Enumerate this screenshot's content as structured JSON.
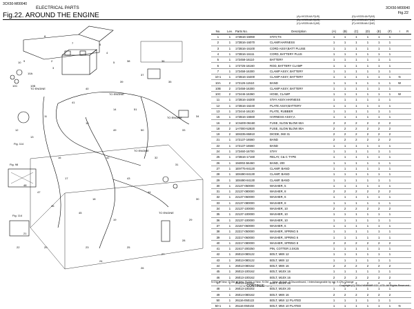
{
  "header": {
    "code_left": "3CK50-M00040",
    "section": "ELECTRICAL PARTS",
    "title": "Fig.22.  AROUND THE ENGINE",
    "code_right": "3CK50-M00040",
    "fig": "Fig.22"
  },
  "legend": [
    "(A)=VIO25-6A P(US)",
    "(B)=VIO25-6A C(US)",
    "(C)=VIO25-6A C(AS)",
    "(D)=VIO25-6A P(AS)",
    "(E)=VIO25-6A P(NZ)",
    "(F)=VIO35-6A C(NZ)"
  ],
  "drawing": {
    "labels": [
      "Fig. 114",
      "TO ENGINE",
      "TO ENGINE",
      "TO ENGINE",
      "TO ENGINE",
      "TO ENGINE",
      "Fig. 98",
      "Fig. 114"
    ],
    "callouts": [
      "2",
      "3",
      "4",
      "5",
      "6",
      "7",
      "8",
      "9",
      "10",
      "10A",
      "10B",
      "10C",
      "11",
      "12",
      "13",
      "14",
      "15",
      "16",
      "17",
      "18",
      "19",
      "20",
      "21",
      "22",
      "23",
      "24",
      "25",
      "26",
      "27",
      "28",
      "29",
      "30",
      "31",
      "32",
      "33",
      "34",
      "35",
      "36",
      "37",
      "38",
      "39",
      "40",
      "41",
      "42",
      "43",
      "44",
      "45",
      "46",
      "47",
      "48",
      "49",
      "50",
      "51"
    ]
  },
  "table": {
    "headers": {
      "no": "No.",
      "lev": "Lev.",
      "part": "Parts No.",
      "desc": "Description",
      "qty": "Q'ty",
      "a": "(A)",
      "b": "(B)",
      "c": "(C)",
      "d": "(D)",
      "e": "(E)",
      "f": "(F)",
      "i": "I",
      "r": "R"
    },
    "rows": [
      [
        "1",
        "1",
        "172B16-16060",
        "STAY,TS",
        "1",
        "1",
        "1",
        "1",
        "1",
        "1",
        "",
        ""
      ],
      [
        "2",
        "1",
        "172B16-16070",
        "CLAMP,HARNESS",
        "1",
        "1",
        "1",
        "1",
        "1",
        "1",
        "",
        ""
      ],
      [
        "3",
        "1",
        "172B16-16100",
        "CORD ASSY,BATT PLUSE",
        "1",
        "1",
        "1",
        "1",
        "1",
        "1",
        "",
        ""
      ],
      [
        "4",
        "1",
        "172B16-16111",
        "CORD, BATTERY PLUS",
        "1",
        "1",
        "1",
        "1",
        "1",
        "1",
        "",
        ""
      ],
      [
        "5",
        "1",
        "172458-16110",
        "BATTERY",
        "1",
        "1",
        "1",
        "1",
        "1",
        "1",
        "",
        ""
      ],
      [
        "6",
        "1",
        "172725-16160",
        "ROD, BATTERY CLAMP",
        "1",
        "1",
        "1",
        "1",
        "1",
        "1",
        "",
        ""
      ],
      [
        "7",
        "1",
        "172458-16300",
        "CLAMP ASSY, BATTERY",
        "1",
        "1",
        "1",
        "1",
        "1",
        "1",
        "",
        ""
      ],
      [
        "10-1",
        "1",
        "172B16-16400",
        "CLAMP ASSY, BATTERY",
        "1",
        "1",
        "1",
        "1",
        "1",
        "1",
        "N",
        ""
      ],
      [
        "10A",
        "2",
        "172126-11510",
        "BAND",
        "1",
        "1",
        "1",
        "1",
        "1",
        "1",
        "W",
        ""
      ],
      [
        "10B",
        "2",
        "172458-16300",
        "CLAMP ASSY, BATTERY",
        "1",
        "1",
        "1",
        "1",
        "1",
        "1",
        "",
        ""
      ],
      [
        "10C",
        "2",
        "172446-16360",
        "HOSE, CLAMP",
        "1",
        "1",
        "1",
        "1",
        "1",
        "1",
        "W",
        ""
      ],
      [
        "11",
        "1",
        "172B16-16300",
        "STAY ASSY,HARNESS",
        "1",
        "1",
        "1",
        "1",
        "1",
        "1",
        "",
        ""
      ],
      [
        "12",
        "1",
        "172B16-16240",
        "PLATE ASSY,BATTERY",
        "1",
        "1",
        "1",
        "1",
        "1",
        "1",
        "",
        ""
      ],
      [
        "13",
        "1",
        "172444-16130",
        "PLATE, RUBBER",
        "1",
        "1",
        "1",
        "1",
        "1",
        "1",
        "",
        ""
      ],
      [
        "15",
        "1",
        "172B16-16560",
        "HARNESS ASSY,A",
        "1",
        "1",
        "1",
        "1",
        "1",
        "1",
        "",
        ""
      ],
      [
        "16",
        "2",
        "1C6400-06160",
        "FUSE, SLOW BLOW 60A",
        "2",
        "2",
        "2",
        "2",
        "2",
        "2",
        "",
        ""
      ],
      [
        "18",
        "2",
        "1A7000-52820",
        "FUSE, SLOW BLOW 80A",
        "2",
        "2",
        "2",
        "2",
        "2",
        "2",
        "",
        ""
      ],
      [
        "19",
        "2",
        "1E8235-86910",
        "DIODE, 060 31",
        "2",
        "2",
        "2",
        "2",
        "2",
        "2",
        "",
        ""
      ],
      [
        "21",
        "1",
        "172137-16560",
        "BAND",
        "2",
        "2",
        "2",
        "2",
        "2",
        "2",
        "",
        ""
      ],
      [
        "22",
        "1",
        "172137-16560",
        "BAND",
        "1",
        "1",
        "1",
        "1",
        "1",
        "1",
        "",
        ""
      ],
      [
        "24",
        "1",
        "172460-16700",
        "STAY",
        "1",
        "1",
        "1",
        "1",
        "1",
        "1",
        "",
        ""
      ],
      [
        "25",
        "1",
        "172B16-17160",
        "RELAY, C& C TYPE",
        "1",
        "1",
        "1",
        "1",
        "1",
        "1",
        "",
        ""
      ],
      [
        "26",
        "1",
        "194002-56460",
        "BAND, 200",
        "1",
        "1",
        "1",
        "1",
        "1",
        "1",
        "",
        ""
      ],
      [
        "27",
        "1",
        "1E9775-84120",
        "CLAMP, BAND",
        "1",
        "1",
        "1",
        "1",
        "1",
        "1",
        "",
        ""
      ],
      [
        "28",
        "1",
        "1E8490-84130",
        "CLAMP, BAND",
        "1",
        "1",
        "1",
        "1",
        "1",
        "1",
        "",
        ""
      ],
      [
        "29",
        "1",
        "1E8490-84130",
        "CLAMP, BAND",
        "1",
        "1",
        "1",
        "1",
        "1",
        "1",
        "",
        ""
      ],
      [
        "30",
        "1",
        "22137-050000",
        "WASHER,  5",
        "1",
        "1",
        "1",
        "1",
        "1",
        "1",
        "",
        ""
      ],
      [
        "31",
        "1",
        "22137-080000",
        "WASHER,  8",
        "2",
        "2",
        "2",
        "2",
        "2",
        "2",
        "",
        ""
      ],
      [
        "32",
        "1",
        "22137-060000",
        "WASHER,  6",
        "1",
        "1",
        "1",
        "1",
        "1",
        "1",
        "",
        ""
      ],
      [
        "33",
        "1",
        "22137-080000",
        "WASHER,  8",
        "1",
        "1",
        "1",
        "1",
        "1",
        "1",
        "",
        ""
      ],
      [
        "34",
        "1",
        "22137-100000",
        "WASHER,  10",
        "2",
        "2",
        "2",
        "2",
        "2",
        "2",
        "",
        ""
      ],
      [
        "35",
        "1",
        "22137-100000",
        "WASHER,  10",
        "1",
        "1",
        "1",
        "1",
        "1",
        "1",
        "",
        ""
      ],
      [
        "36",
        "1",
        "22137-100000",
        "WASHER,  10",
        "1",
        "1",
        "1",
        "1",
        "1",
        "1",
        "",
        ""
      ],
      [
        "37",
        "1",
        "22157-060000",
        "WASHER,  6",
        "1",
        "1",
        "1",
        "1",
        "1",
        "1",
        "",
        ""
      ],
      [
        "38",
        "1",
        "22217-050000",
        "WASHER, SPRING  5",
        "1",
        "1",
        "1",
        "1",
        "1",
        "1",
        "",
        ""
      ],
      [
        "39",
        "1",
        "22217-060000",
        "WASHER, SPRING  6",
        "1",
        "1",
        "1",
        "1",
        "1",
        "1",
        "",
        ""
      ],
      [
        "40",
        "1",
        "22217-080000",
        "WASHER, SPRING  8",
        "2",
        "2",
        "2",
        "2",
        "2",
        "2",
        "",
        ""
      ],
      [
        "41",
        "1",
        "22417-200250",
        "PIN, COTTER 2.0X25",
        "1",
        "1",
        "1",
        "1",
        "1",
        "1",
        "",
        ""
      ],
      [
        "42",
        "1",
        "26013-080122",
        "BOLT, M8X 12",
        "1",
        "1",
        "1",
        "1",
        "1",
        "1",
        "",
        ""
      ],
      [
        "43",
        "1",
        "26013-080122",
        "BOLT, M8X 12",
        "1",
        "1",
        "1",
        "1",
        "1",
        "1",
        "",
        ""
      ],
      [
        "44",
        "1",
        "26013-080162",
        "BOLT, M8X 16",
        "2",
        "2",
        "2",
        "2",
        "2",
        "2",
        "",
        ""
      ],
      [
        "45",
        "1",
        "26013-100162",
        "BOLT, M10X 16",
        "1",
        "1",
        "1",
        "1",
        "1",
        "1",
        "",
        ""
      ],
      [
        "46",
        "1",
        "26013-100162",
        "BOLT, M10X 16",
        "2",
        "2",
        "2",
        "2",
        "2",
        "2",
        "",
        ""
      ],
      [
        "47",
        "1",
        "26013-100162",
        "BOLT, M10X 16",
        "2",
        "2",
        "2",
        "2",
        "2",
        "2",
        "",
        ""
      ],
      [
        "48",
        "1",
        "26013-100202",
        "BOLT, M10X 20",
        "1",
        "1",
        "1",
        "1",
        "1",
        "1",
        "",
        ""
      ],
      [
        "49",
        "1",
        "26014-080162",
        "BOLT, M8X 16",
        "2",
        "2",
        "2",
        "2",
        "2",
        "2",
        "",
        ""
      ],
      [
        "50",
        "1",
        "26116-050122",
        "BOLT, M5X 12 PLATED",
        "1",
        "1",
        "1",
        "1",
        "1",
        "1",
        "",
        ""
      ],
      [
        "50-1",
        "1",
        "26116-050102",
        "BOLT, M5X 10 PLATED",
        "1",
        "1",
        "1",
        "1",
        "1",
        "1",
        "N",
        ""
      ]
    ]
  },
  "footer": {
    "legend_line": "N:Old ➡ New, G:Old ⇄ New, R:Old ⇒ New, S:Old ⇔ New, W:Add, Z:Discontinued, I:Interchangeable by set, K:Q'ty Change",
    "continue": "CONTINUE",
    "copyright": "Copyright (C) 2014 YANMAR CO., LTD. All Rights Reserved."
  }
}
